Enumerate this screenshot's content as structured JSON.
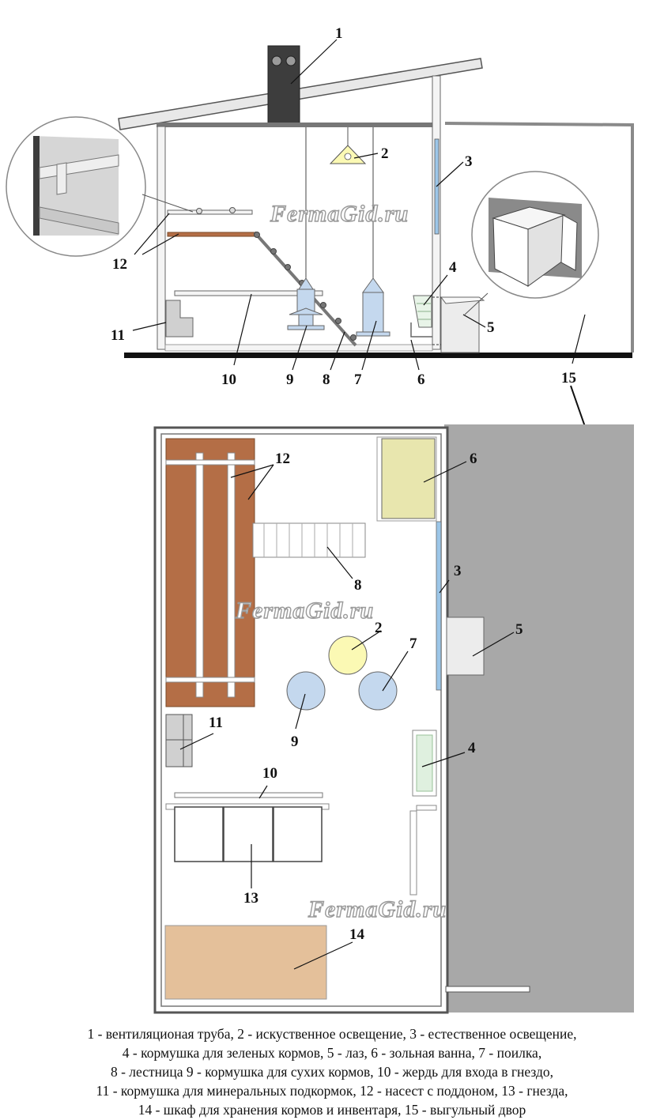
{
  "watermark": "FermaGid.ru",
  "callouts": {
    "side": [
      "1",
      "2",
      "3",
      "4",
      "5",
      "6",
      "7",
      "8",
      "9",
      "10",
      "11",
      "12",
      "15"
    ],
    "plan": [
      "2",
      "3",
      "4",
      "5",
      "6",
      "7",
      "8",
      "9",
      "10",
      "11",
      "12",
      "13",
      "14"
    ]
  },
  "caption": [
    "1 - вентиляционая труба, 2 - искуственное освещение, 3 - естественное освещение,",
    "4 - кормушка для зеленых кормов, 5 - лаз, 6 - зольная ванна, 7 - поилка,",
    "8 - лестница 9 - кормушка для сухих кормов, 10 - жердь для входа в гнездо,",
    "11 - кормушка для минеральных подкормок, 12 - насест с поддоном, 13 - гнезда,",
    "14 - шкаф для хранения кормов и инвентаря, 15 - выгульный двор"
  ],
  "colors": {
    "wood": "#b46e46",
    "light_blue": "#c4d8ee",
    "lamp_yellow": "#fbf9b4",
    "ash_bath": "#e8e6ae",
    "cabinet": "#e4c09a",
    "yard_gray": "#a8a8a8"
  }
}
